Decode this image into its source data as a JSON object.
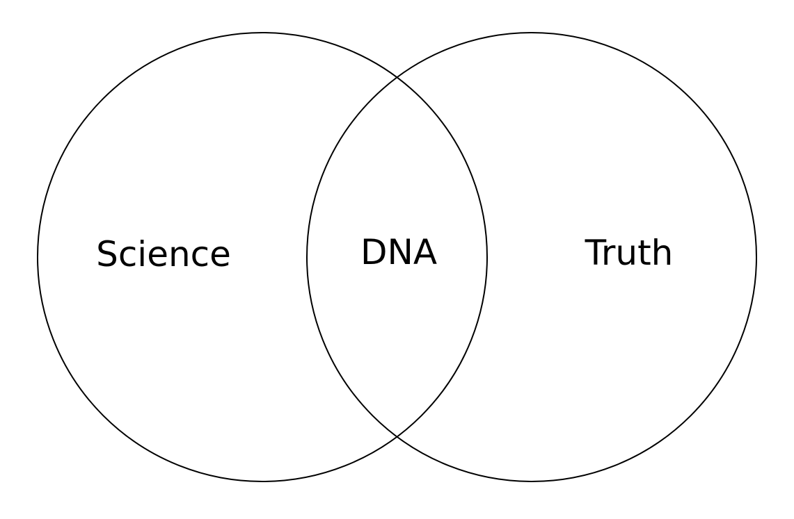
{
  "diagram": {
    "type": "venn",
    "sets": [
      {
        "label": "Science"
      },
      {
        "label": "Truth"
      }
    ],
    "intersection": {
      "label": "DNA"
    },
    "stroke_color": "#000000",
    "background": "#ffffff"
  }
}
